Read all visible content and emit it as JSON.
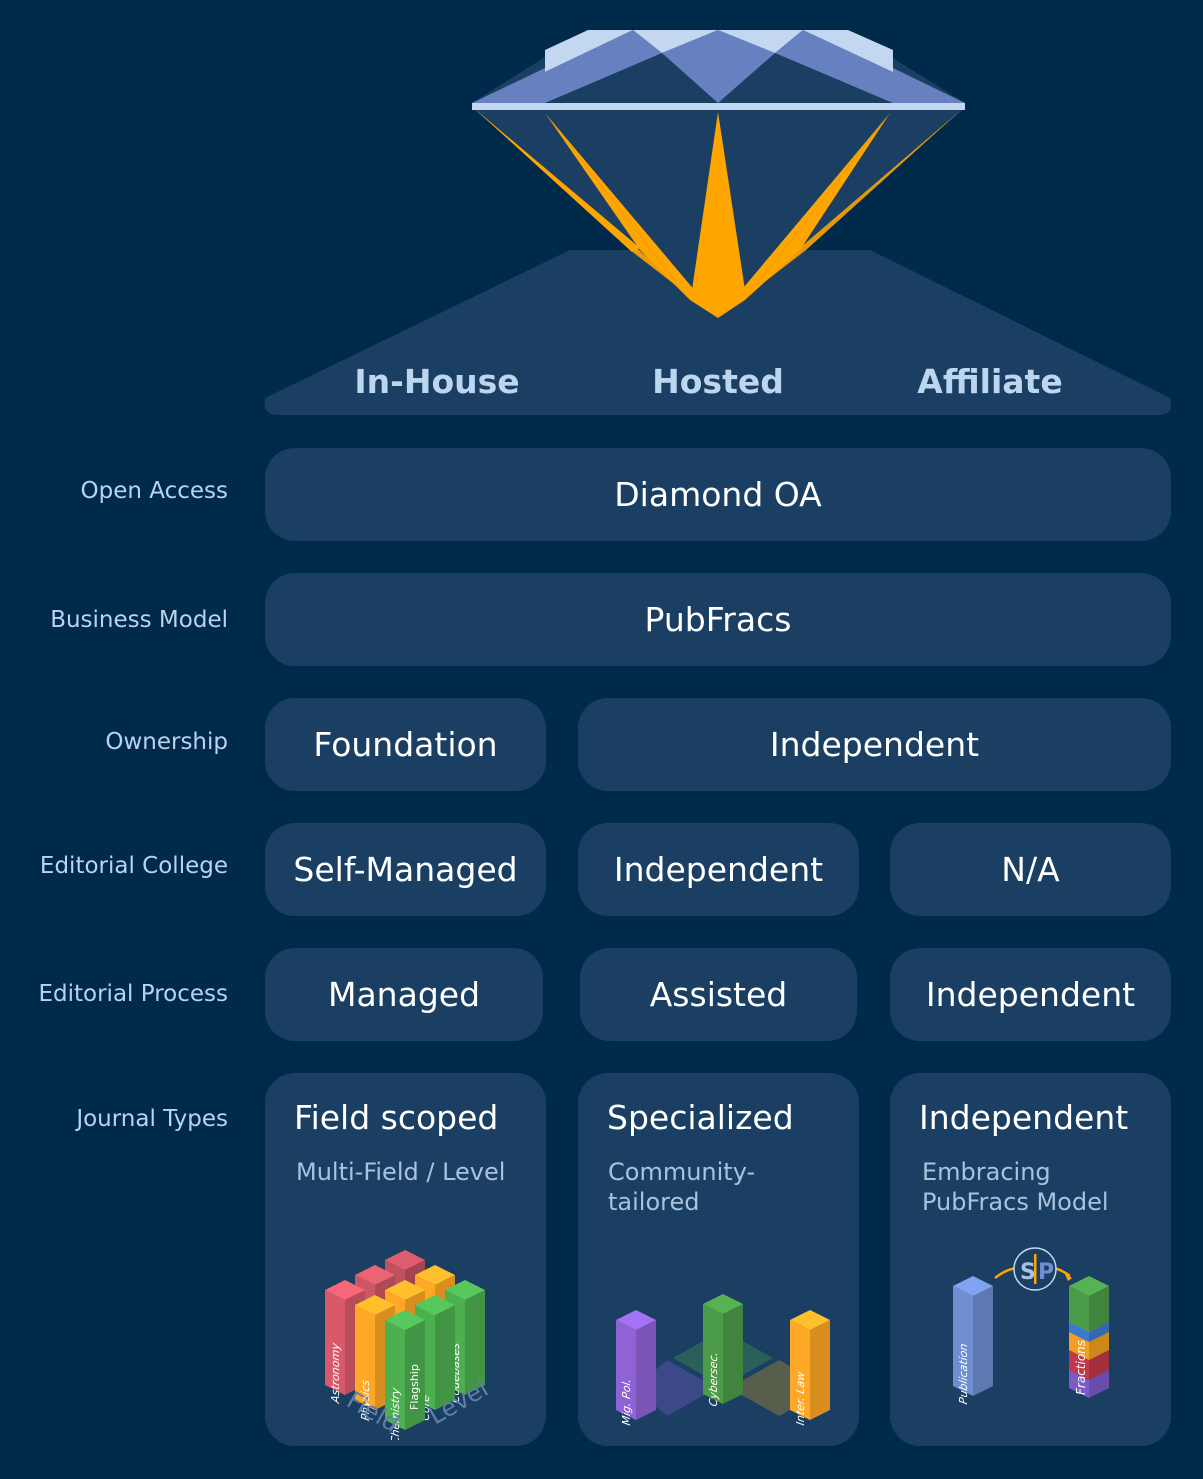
{
  "colors": {
    "background": "#002a4a",
    "panel": "#1a3f63",
    "accent_orange": "#ffa500",
    "diamond_light": "#c3d8f0",
    "diamond_mid": "#6680c0",
    "label_text": "#b9d3ee",
    "subtext": "#a9c3de"
  },
  "header": {
    "columns": [
      "In-House",
      "Hosted",
      "Affiliate"
    ]
  },
  "rows": [
    {
      "label": "Open Access",
      "cells": [
        "Diamond OA"
      ]
    },
    {
      "label": "Business Model",
      "cells": [
        "PubFracs"
      ]
    },
    {
      "label": "Ownership",
      "cells": [
        "Foundation",
        "Independent"
      ]
    },
    {
      "label": "Editorial College",
      "cells": [
        "Self-Managed",
        "Independent",
        "N/A"
      ]
    },
    {
      "label": "Editorial Process",
      "cells": [
        "Managed",
        "Assisted",
        "Independent"
      ]
    }
  ],
  "journal_types": {
    "label": "Journal Types",
    "cards": [
      {
        "title": "Field scoped",
        "subtitle": "Multi-Field / Level",
        "bars": [
          "Astronomy",
          "Physics",
          "Chemistry",
          "Flagship",
          "Core",
          "Codebases"
        ],
        "axes": [
          "Field",
          "Level"
        ]
      },
      {
        "title": "Specialized",
        "subtitle_lines": [
          "Community-",
          "tailored"
        ],
        "bars": [
          "Mig. Pol.",
          "Cybersec.",
          "Inter. Law"
        ]
      },
      {
        "title": "Independent",
        "subtitle_lines": [
          "Embracing",
          "PubFracs Model"
        ],
        "left_bar": "Publication",
        "right_bar": "Fractions",
        "badge_left": "S",
        "badge_right": "P"
      }
    ]
  }
}
